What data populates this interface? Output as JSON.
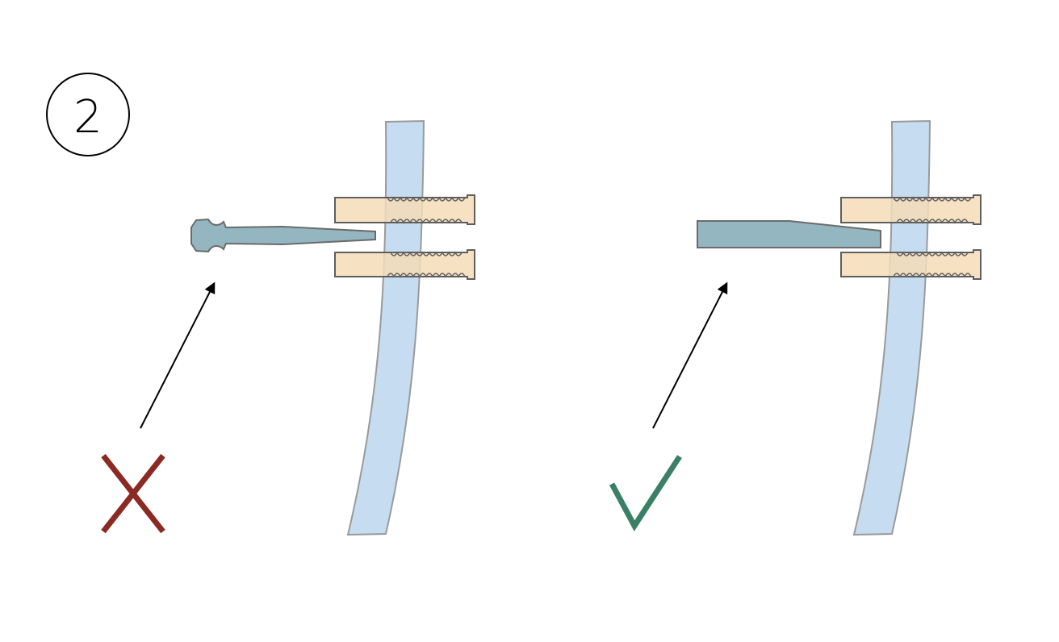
{
  "step": {
    "number": "2"
  },
  "panels": [
    {
      "id": "incorrect",
      "tool": "notched-tapered-pin",
      "verdict_icon": "cross-icon",
      "verdict_color": "#8b2a22"
    },
    {
      "id": "correct",
      "tool": "flat-wedge-tool",
      "verdict_icon": "checkmark-icon",
      "verdict_color": "#3a8066"
    }
  ],
  "colors": {
    "glass": "#c6ddf1",
    "glass_edge": "#9a9a9a",
    "anchor": "#f5dcb8",
    "anchor_edge": "#5f5f5f",
    "tool": "#94b6c1",
    "tool_edge": "#6b6b6b",
    "arrow": "#000000"
  }
}
